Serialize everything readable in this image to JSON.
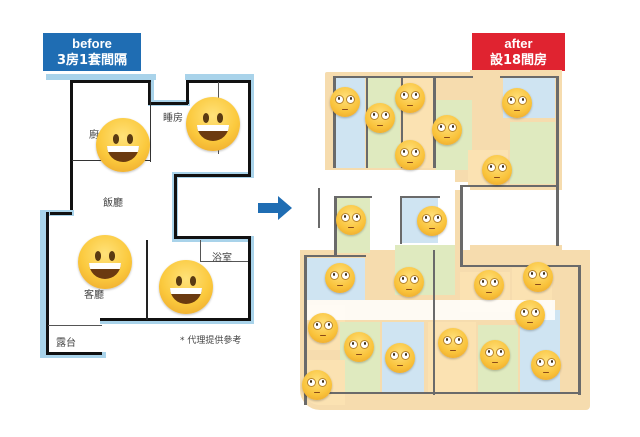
{
  "before": {
    "tag_line1": "before",
    "tag_line2": "3房1套間隔",
    "tag_color": "#1f6db3",
    "rooms": {
      "kitchen": "廚",
      "bedroom": "睡房",
      "dining": "飯廳",
      "living": "客廳",
      "bathroom": "浴室",
      "balcony": "露台"
    },
    "note": "* 代理提供參考",
    "emoji": "grinning-face",
    "emoji_count": 4
  },
  "after": {
    "tag_line1": "after",
    "tag_line2": "設18間房",
    "tag_color": "#e02330",
    "emoji": "face-with-rolling-eyes",
    "emoji_count": 21
  },
  "arrow": {
    "direction": "right",
    "color": "#1f6db3"
  }
}
